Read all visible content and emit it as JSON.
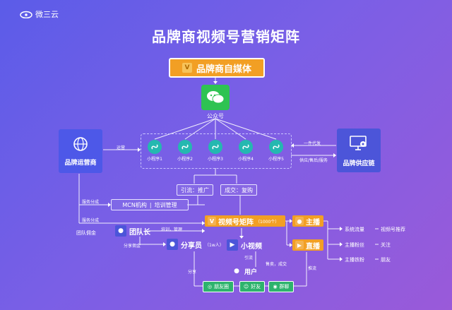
{
  "brand": {
    "logo_text": "微三云"
  },
  "title": "品牌商视频号营销矩阵",
  "self_media": {
    "icon": "V",
    "label": "品牌商自媒体"
  },
  "wechat": {
    "label": "公众号"
  },
  "brand_ops": {
    "label": "品牌运营商"
  },
  "brand_supply": {
    "label": "品牌供应链"
  },
  "mini_programs": [
    "小程序1",
    "小程序2",
    "小程序3",
    "小程序4",
    "小程序5"
  ],
  "edge_labels": {
    "ops": "运营",
    "dropship": "一件代发",
    "supply": "供应/售后/服务",
    "service_split": "服务分成",
    "recommend_split": "服务分成",
    "team_split": "团队佣金",
    "training": "培训，管理",
    "share_split": "分享佣金",
    "share": "分享",
    "traffic": "引流",
    "sale_deal": "售卖，成交",
    "push": "推流"
  },
  "flow": {
    "traffic": "引流：推广",
    "deal": "成交：复购"
  },
  "mcn": {
    "label_a": "MCN机构",
    "label_b": "培训管理"
  },
  "matrix": {
    "icon": "V",
    "label": "视频号矩阵",
    "count": "（1000个）"
  },
  "host": {
    "label": "主播"
  },
  "live": {
    "label": "直播"
  },
  "team": {
    "label": "团队长"
  },
  "sharer": {
    "label": "分享员",
    "count": "（1w人）"
  },
  "short_video": {
    "label": "小视频"
  },
  "user": {
    "label": "用户"
  },
  "social": {
    "moments": "朋友圈",
    "friends": "好友",
    "groups": "群聊"
  },
  "right_flows": [
    {
      "from": "系统流量",
      "to": "视频号推荐"
    },
    {
      "from": "主播粉丝",
      "to": "关注"
    },
    {
      "from": "主播铁粉",
      "to": "朋友"
    }
  ],
  "colors": {
    "orange": "#f29f24",
    "green": "#2db36d",
    "blue_box": "#4d58e8",
    "teal": "#24b8b0"
  }
}
